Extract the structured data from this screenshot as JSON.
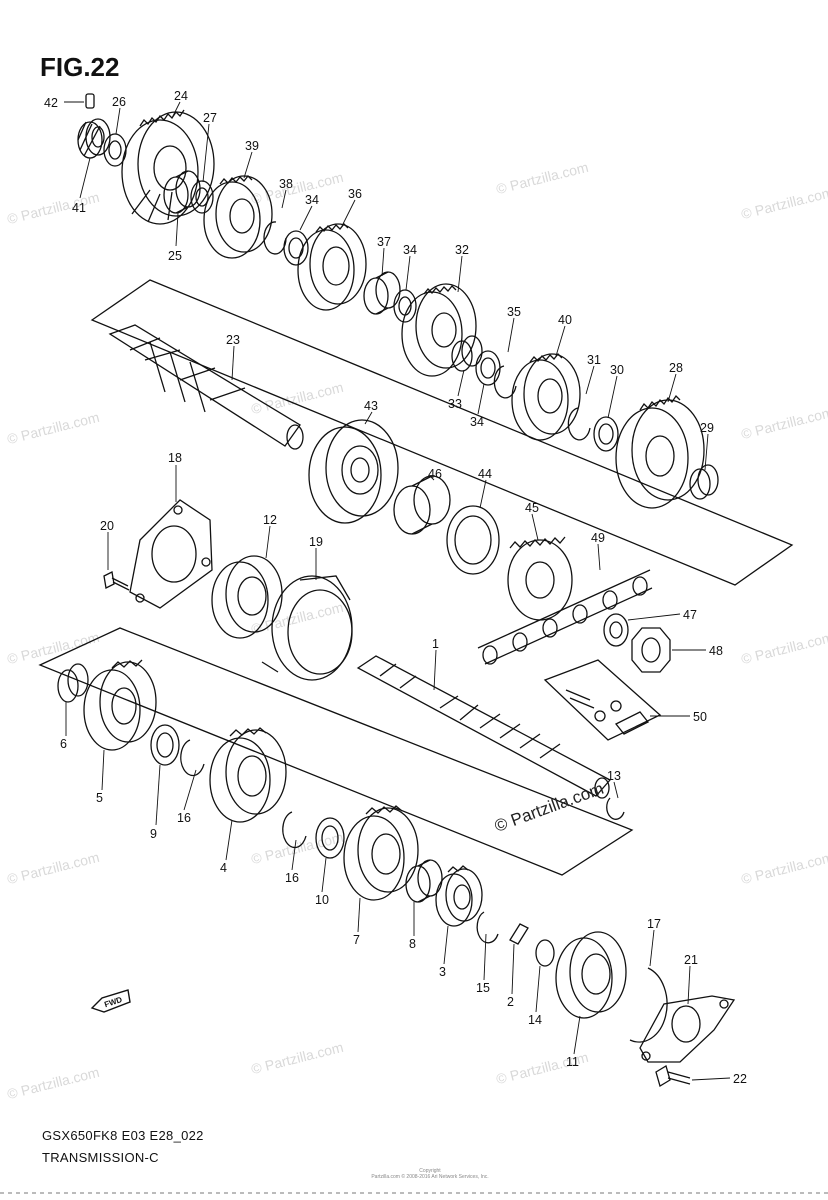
{
  "header": {
    "fig_title": "FIG.22"
  },
  "footer": {
    "model_code": "GSX650FK8 E03 E28_022",
    "section": "TRANSMISSION-C"
  },
  "watermark": {
    "text": "© Partzilla.com",
    "color": "#d9d9d9"
  },
  "stamp": {
    "text": "© Partzilla.com"
  },
  "copyright": {
    "line1": "Copyright",
    "line2": "Partzilla.com © 2008-2016 Ari Network Services, Inc."
  },
  "direction": {
    "text": "FWD"
  },
  "callouts": [
    "42",
    "26",
    "24",
    "27",
    "39",
    "38",
    "34",
    "36",
    "37",
    "34",
    "32",
    "35",
    "40",
    "31",
    "30",
    "28",
    "29",
    "41",
    "25",
    "23",
    "43",
    "46",
    "44",
    "45",
    "49",
    "47",
    "48",
    "50",
    "18",
    "20",
    "12",
    "19",
    "1",
    "13",
    "6",
    "5",
    "9",
    "16",
    "4",
    "16",
    "10",
    "7",
    "8",
    "3",
    "15",
    "2",
    "14",
    "11",
    "17",
    "21",
    "22",
    "33",
    "34"
  ]
}
